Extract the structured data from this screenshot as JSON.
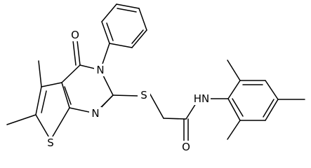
{
  "molecule": {
    "atom_labels": {
      "ring_n3": "N",
      "ring_n1": "N",
      "carbonyl_o4": "O",
      "sulfur_thiophene": "S",
      "sulfur_thioether": "S",
      "amide_nh": "HN",
      "amide_o": "O"
    }
  },
  "colors": {
    "bond": "#000000",
    "label": "#000000",
    "background": "#ffffff"
  }
}
